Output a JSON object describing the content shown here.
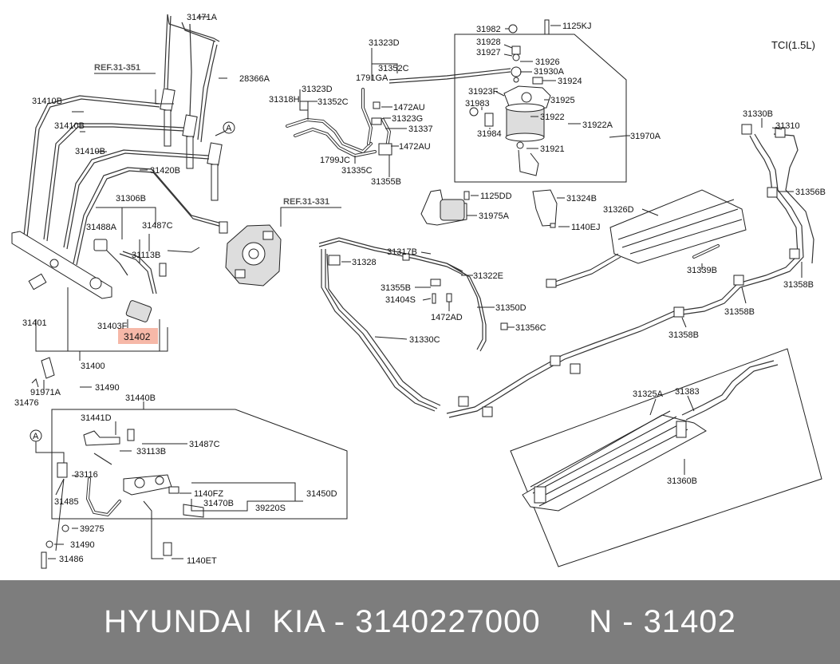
{
  "variant": "TCI(1.5L)",
  "refs": {
    "r351": "REF.31-351",
    "r331": "REF.31-331"
  },
  "highlight": {
    "label": "31402",
    "color": "#f6b8a8"
  },
  "callouts": {
    "c31471A": "31471A",
    "c28366A": "28366A",
    "c31410B_1": "31410B",
    "c31410B_2": "31410B",
    "c31410B_3": "31410B",
    "cA1": "A",
    "cA2": "A",
    "c31420B": "31420B",
    "c31306B": "31306B",
    "c31488A": "31488A",
    "c31487C_1": "31487C",
    "c31113B_1": "31113B",
    "c31401": "31401",
    "c31403F": "31403F",
    "c31400": "31400",
    "c91971A": "91971A",
    "c31476": "31476",
    "c31490_1": "31490",
    "c31440B": "31440B",
    "c31441D": "31441D",
    "c31487C_2": "31487C",
    "c33113B": "33113B",
    "c33116": "33116",
    "c31485": "31485",
    "c1140FZ": "1140FZ",
    "c31470B": "31470B",
    "c31450D": "31450D",
    "c39220S": "39220S",
    "c39275": "39275",
    "c31490_2": "31490",
    "c31486": "31486",
    "c1140ET": "1140ET",
    "c31323D_1": "31323D",
    "c31352C_1": "31352C",
    "c1791GA": "1791GA",
    "c31318H": "31318H",
    "c31323D_2": "31323D",
    "c31352C_2": "31352C",
    "c1472AU_1": "1472AU",
    "c31323G": "31323G",
    "c31337": "31337",
    "c1472AU_2": "1472AU",
    "c1799JC": "1799JC",
    "c31335C": "31335C",
    "c31355B_1": "31355B",
    "c31982": "31982",
    "c1125KJ": "1125KJ",
    "c31928": "31928",
    "c31927": "31927",
    "c31926": "31926",
    "c31930A": "31930A",
    "c31924": "31924",
    "c31923F": "31923F",
    "c31925": "31925",
    "c31983": "31983",
    "c31922": "31922",
    "c31922A": "31922A",
    "c31984": "31984",
    "c31970A": "31970A",
    "c31921": "31921",
    "c1125DD": "1125DD",
    "c31324B": "31324B",
    "c31975A": "31975A",
    "c1140EJ": "1140EJ",
    "c31326D": "31326D",
    "c31339B": "31339B",
    "c31330B_1": "31330B",
    "c31310": "31310",
    "c31356B": "31356B",
    "c31358B_1": "31358B",
    "c31358B_2": "31358B",
    "c31358B_3": "31358B",
    "c31328": "31328",
    "c31317B": "31317B",
    "c31322E": "31322E",
    "c31355B_2": "31355B",
    "c31404S": "31404S",
    "c31350D": "31350D",
    "c1472AD": "1472AD",
    "c31356C": "31356C",
    "c31330C": "31330C",
    "c31325A": "31325A",
    "c31383": "31383",
    "c31360B": "31360B"
  },
  "footer": {
    "brand": "HYUNDAI  KIA",
    "sep1": " - ",
    "part_number": "3140227000",
    "gap": "     ",
    "code_prefix": "N",
    "sep2": " - ",
    "code": "31402"
  }
}
